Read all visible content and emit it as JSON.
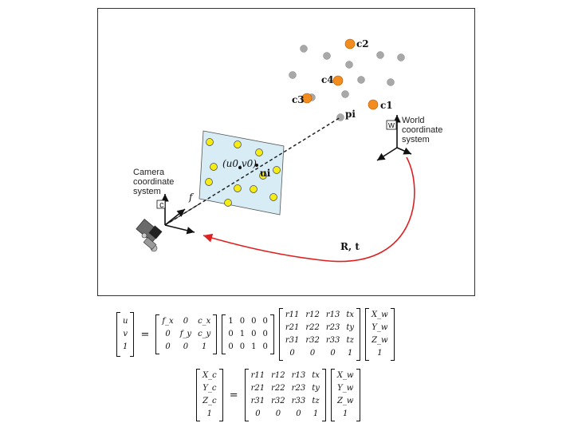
{
  "diagram": {
    "camera_label": [
      "Camera",
      "coordinate",
      "system"
    ],
    "camera_box": "c",
    "world_label": [
      "World",
      "coordinate",
      "system"
    ],
    "world_box": "w",
    "focal": "f",
    "principal_point": "(u0,v0)",
    "image_point": "ui",
    "world_point": "pi",
    "rt": "R, t",
    "c_labels": [
      "c2",
      "c4",
      "c3",
      "c1"
    ],
    "colors": {
      "plane": "#d8ecf5",
      "yellow": "#f5ec16",
      "orange": "#f28c1e",
      "gray": "#a8a8a8",
      "arrow": "#e02020"
    }
  },
  "eq1": {
    "lhs": [
      "u",
      "v",
      "1"
    ],
    "eq": "=",
    "K": [
      "f_x",
      "0",
      "c_x",
      "0",
      "f_y",
      "c_y",
      "0",
      "0",
      "1"
    ],
    "P": [
      "1",
      "0",
      "0",
      "0",
      "0",
      "1",
      "0",
      "0",
      "0",
      "0",
      "1",
      "0"
    ],
    "RT": [
      "r11",
      "r12",
      "r13",
      "tx",
      "r21",
      "r22",
      "r23",
      "ty",
      "r31",
      "r32",
      "r33",
      "tz",
      "0",
      "0",
      "0",
      "1"
    ],
    "X": [
      "X_w",
      "Y_w",
      "Z_w",
      "1"
    ]
  },
  "eq2": {
    "lhs": [
      "X_c",
      "Y_c",
      "Z_c",
      "1"
    ],
    "eq": "=",
    "RT": [
      "r11",
      "r12",
      "r13",
      "tx",
      "r21",
      "r22",
      "r23",
      "ty",
      "r31",
      "r32",
      "r33",
      "tz",
      "0",
      "0",
      "0",
      "1"
    ],
    "X": [
      "X_w",
      "Y_w",
      "Z_w",
      "1"
    ]
  }
}
